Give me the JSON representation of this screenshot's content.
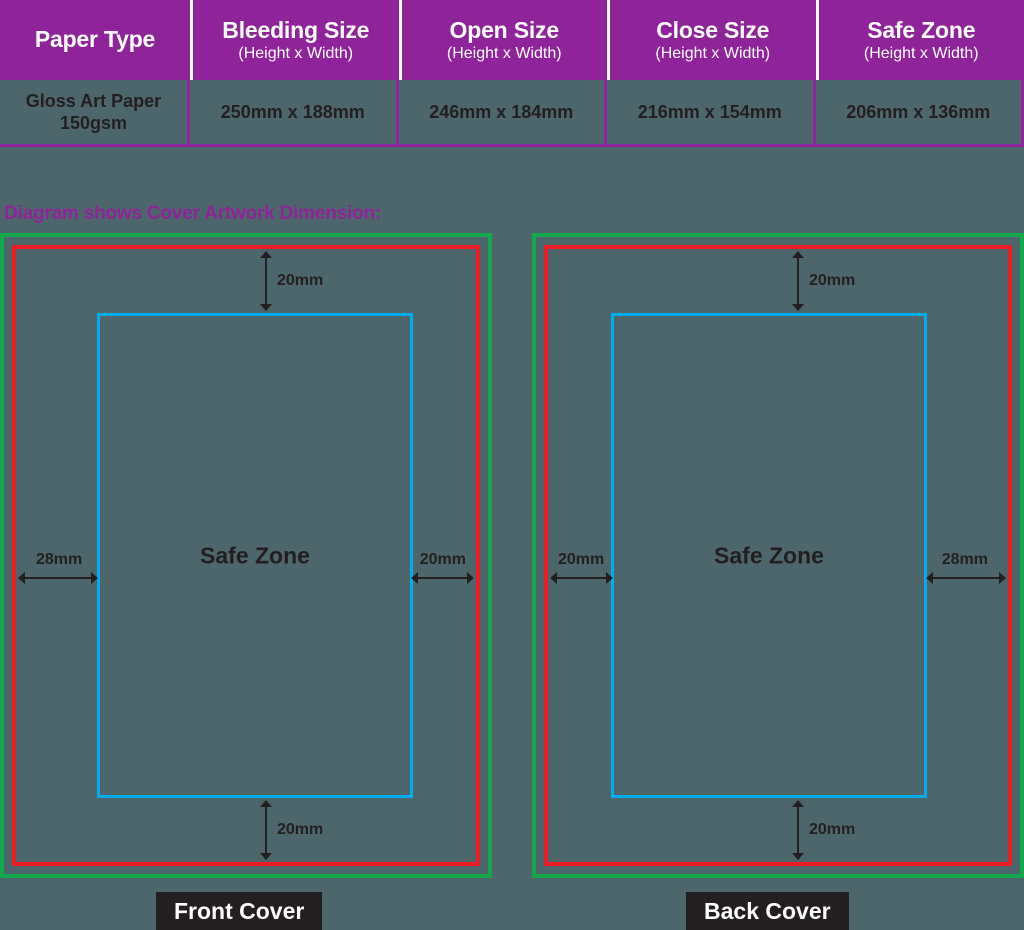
{
  "spec_table": {
    "columns": [
      {
        "title": "Paper Type",
        "subtitle": ""
      },
      {
        "title": "Bleeding Size",
        "subtitle": "(Height x Width)"
      },
      {
        "title": "Open Size",
        "subtitle": "(Height x Width)"
      },
      {
        "title": "Close Size",
        "subtitle": "(Height x Width)"
      },
      {
        "title": "Safe Zone",
        "subtitle": "(Height x Width)"
      }
    ],
    "values": [
      "Gloss Art Paper 150gsm",
      "250mm x 188mm",
      "246mm x 184mm",
      "216mm x 154mm",
      "206mm x 136mm"
    ]
  },
  "diagram": {
    "heading": "Diagram shows Cover Artwork Dimension:",
    "safe_zone_label": "Safe Zone",
    "front": {
      "badge": "Front Cover",
      "top_margin": "20mm",
      "bottom_margin": "20mm",
      "left_margin": "28mm",
      "right_margin": "20mm"
    },
    "back": {
      "badge": "Back Cover",
      "top_margin": "20mm",
      "bottom_margin": "20mm",
      "left_margin": "20mm",
      "right_margin": "28mm"
    }
  },
  "colors": {
    "background": "#4d666b",
    "brand_purple": "#8f2399",
    "bleed_green": "#12a84b",
    "trim_red": "#ed1c24",
    "safe_blue": "#00aeef",
    "text_dark": "#231f20",
    "text_light": "#ffffff"
  }
}
